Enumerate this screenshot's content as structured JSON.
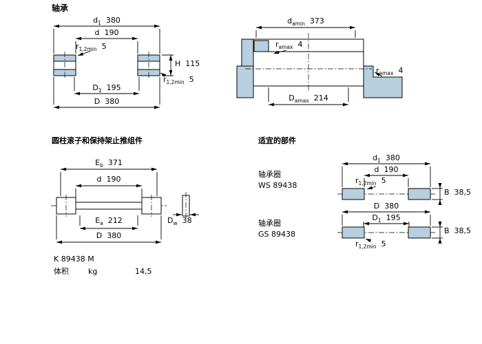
{
  "colors": {
    "part_fill": "#b7cfdf",
    "line": "#000000",
    "background": "#ffffff",
    "text": "#000000"
  },
  "sections": {
    "bearing": {
      "title": "轴承",
      "dims": {
        "d1": {
          "sym": "d",
          "sub": "1",
          "val": "380"
        },
        "d": {
          "sym": "d",
          "val": "190"
        },
        "r12_top": {
          "sym": "r",
          "sub": "1,2min",
          "val": "5"
        },
        "H": {
          "sym": "H",
          "val": "115"
        },
        "r12_bottom": {
          "sym": "r",
          "sub": "1,2min",
          "val": "5"
        },
        "D1": {
          "sym": "D",
          "sub": "1",
          "val": "195"
        },
        "D": {
          "sym": "D",
          "val": "380"
        }
      }
    },
    "abutment": {
      "dims": {
        "damin": {
          "sym": "d",
          "sub": "amin",
          "val": "373"
        },
        "ramax_top": {
          "sym": "r",
          "sub": "amax",
          "val": "4"
        },
        "ramax_side": {
          "sym": "r",
          "sub": "amax",
          "val": "4"
        },
        "Damax": {
          "sym": "D",
          "sub": "amax",
          "val": "214"
        }
      }
    },
    "assembly": {
      "title": "圆柱滚子和保持架止推组件",
      "dims": {
        "Eb": {
          "sym": "E",
          "sub": "b",
          "val": "371"
        },
        "d": {
          "sym": "d",
          "val": "190"
        },
        "Ea": {
          "sym": "E",
          "sub": "a",
          "val": "212"
        },
        "D": {
          "sym": "D",
          "val": "380"
        },
        "Dw": {
          "sym": "D",
          "sub": "w",
          "val": "38"
        }
      },
      "designation": "K 89438 M",
      "mass": {
        "label": "体积",
        "unit": "kg",
        "value": "14,5"
      }
    },
    "components": {
      "title": "适宜的部件",
      "ws": {
        "type_label": "轴承圈",
        "designation": "WS 89438",
        "dims": {
          "d1": {
            "sym": "d",
            "sub": "1",
            "val": "380"
          },
          "d": {
            "sym": "d",
            "val": "190"
          },
          "r12": {
            "sym": "r",
            "sub": "1,2min",
            "val": "5"
          },
          "B": {
            "sym": "B",
            "val": "38,5"
          }
        }
      },
      "gs": {
        "type_label": "轴承圈",
        "designation": "GS 89438",
        "dims": {
          "D": {
            "sym": "D",
            "val": "380"
          },
          "D1": {
            "sym": "D",
            "sub": "1",
            "val": "195"
          },
          "r12": {
            "sym": "r",
            "sub": "1,2min",
            "val": "5"
          },
          "B": {
            "sym": "B",
            "val": "38,5"
          }
        }
      }
    }
  }
}
